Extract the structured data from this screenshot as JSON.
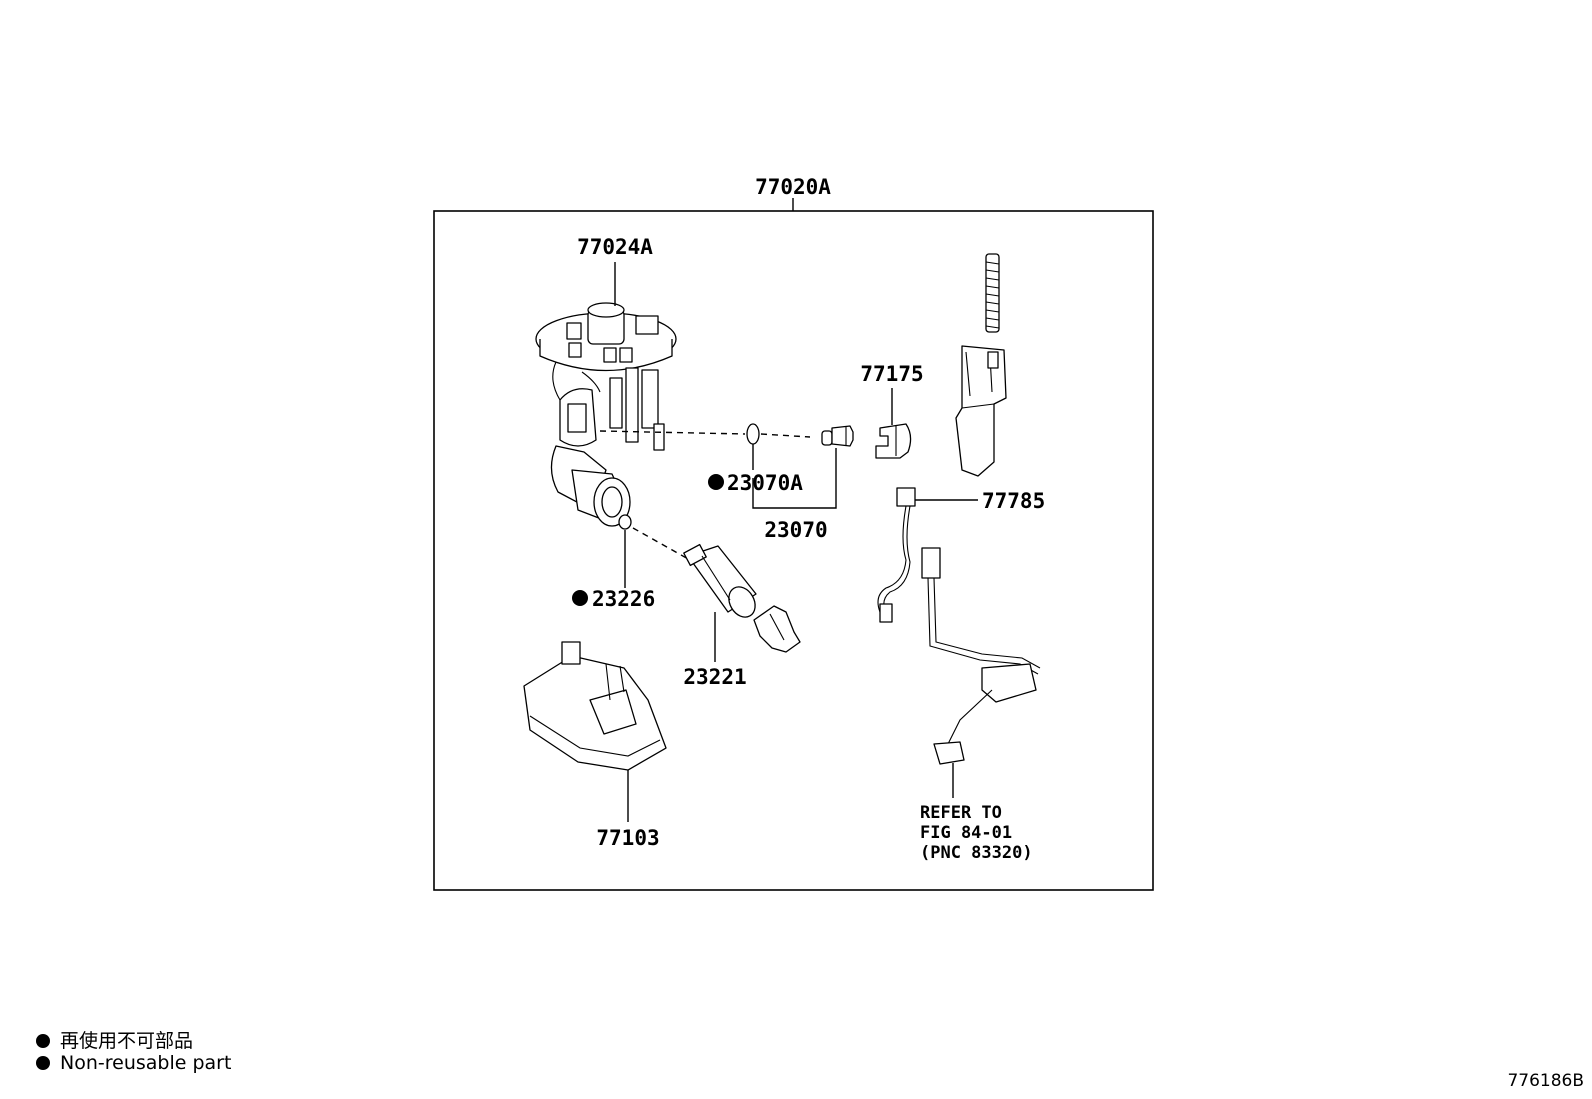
{
  "diagram": {
    "assembly_label": "77020A",
    "labels": {
      "sender_gauge_assy": "77024A",
      "bracket": "77175",
      "wire": "77785",
      "gasket_a": "23070A",
      "filter": "23070",
      "oring": "23226",
      "pump": "23221",
      "cup": "77103"
    },
    "refer_note": [
      "REFER TO",
      "FIG 84-01",
      "(PNC 83320)"
    ],
    "non_reusable_marker": "●"
  },
  "legend": {
    "line_ja": "再使用不可部品",
    "line_en": "Non-reusable part"
  },
  "figure_id": "776186B"
}
